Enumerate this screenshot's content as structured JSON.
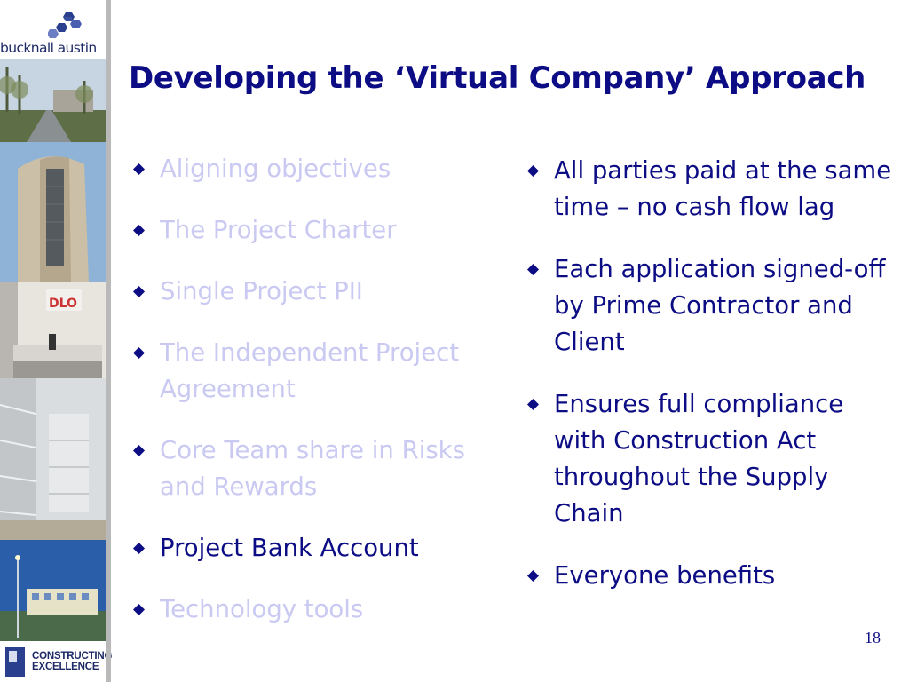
{
  "brand": {
    "name": "bucknall austin",
    "partner": "CONSTRUCTING\nEXCELLENCE"
  },
  "slide": {
    "title": "Developing the ‘Virtual Company’ Approach",
    "page_number": "18"
  },
  "left_list": [
    {
      "text": "Aligning objectives",
      "state": "dimmed"
    },
    {
      "text": "The Project Charter",
      "state": "dimmed"
    },
    {
      "text": "Single Project PII",
      "state": "dimmed"
    },
    {
      "text": "The Independent Project Agreement",
      "state": "dimmed"
    },
    {
      "text": "Core Team share in Risks and Rewards",
      "state": "dimmed"
    },
    {
      "text": "Project Bank Account",
      "state": "active"
    },
    {
      "text": "Technology tools",
      "state": "dimmed"
    }
  ],
  "right_list": [
    {
      "text": "All parties paid at the same time – no cash flow lag"
    },
    {
      "text": "Each application signed-off by Prime Contractor and Client"
    },
    {
      "text": "Ensures full compliance with Construction Act throughout the Supply Chain"
    },
    {
      "text": "Everyone benefits"
    }
  ],
  "colors": {
    "title": "#0c0c84",
    "active_text": "#0c0c84",
    "dimmed_text": "#c9c9f2",
    "bullet": "#0c0c84"
  }
}
